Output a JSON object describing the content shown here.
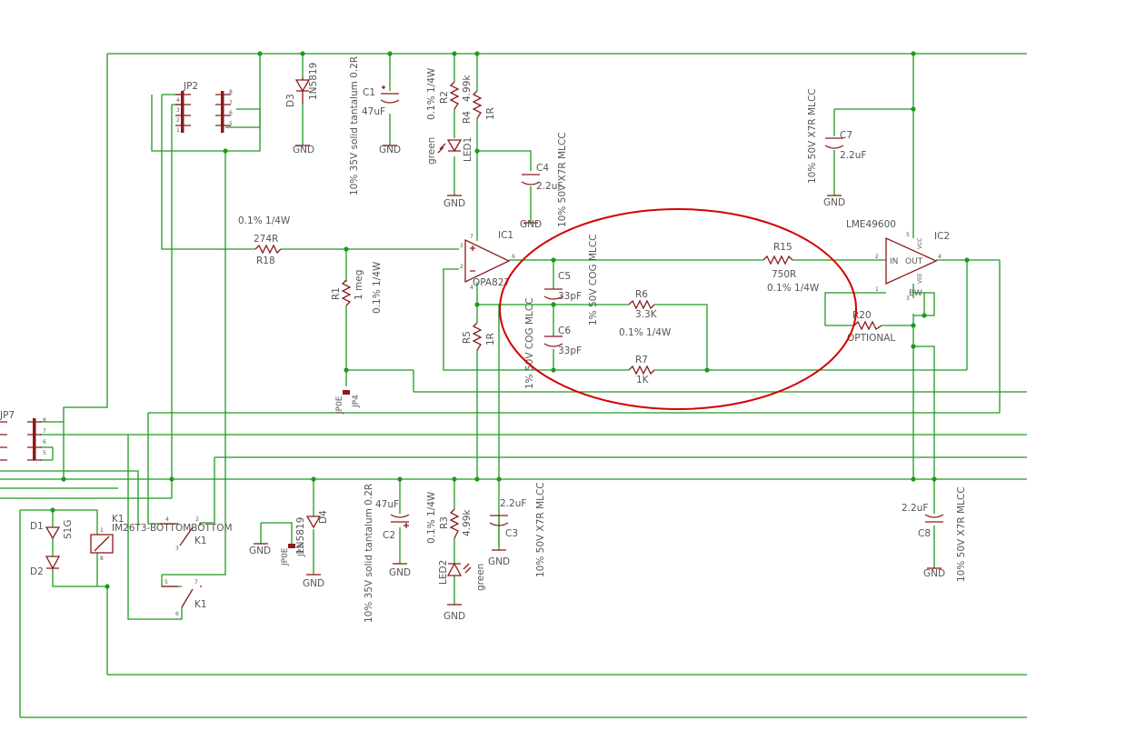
{
  "labels": {
    "jp2": "JP2",
    "jp7": "JP7",
    "jp4": "JP4",
    "jp3": "JP3",
    "jp0e_a": "JP0E",
    "jp0e_b": "JP0E",
    "pin8a": "8",
    "pin7a": "7",
    "pin6a": "6",
    "pin5a": "5",
    "pin4a": "4",
    "pin3a": "3",
    "pin2a": "2",
    "pin1a": "1",
    "pin8b": "8",
    "pin7b": "7",
    "pin6b": "6",
    "pin5b": "5",
    "d3": "D3",
    "d3_val": "1N5819",
    "c1": "C1",
    "c1_val": "47uF",
    "c1_spec": "10% 35V solid tantalum 0.2R",
    "r2": "R2",
    "r2_val": "4.99k",
    "r2_spec": "0.1% 1/4W",
    "r4": "R4",
    "r4_val": "1R",
    "led1": "LED1",
    "led1_color": "green",
    "c4": "C4",
    "c4_val": "2.2uF",
    "c4_spec": "10% 50V X7R MLCC",
    "c7": "C7",
    "c7_val": "2.2uF",
    "c7_spec": "10% 50V X7R MLCC",
    "r18": "R18",
    "r18_val": "274R",
    "r18_spec": "0.1% 1/4W",
    "r1": "R1",
    "r1_val": "1 meg",
    "r1_spec": "0.1% 1/4W",
    "ic1": "IC1",
    "ic1_part": "OPA827",
    "ic1_p3": "3",
    "ic1_p2": "2",
    "ic1_p7": "7",
    "ic1_p4": "4",
    "ic1_p6": "6",
    "c5": "C5",
    "c5_val": "33pF",
    "c5_spec": "1% 50V COG MLCC",
    "c6": "C6",
    "c6_val": "33pF",
    "c6_spec": "1% 50V COG MLCC",
    "r6": "R6",
    "r6_val": "3.3K",
    "r6_spec": "0.1% 1/4W",
    "r7": "R7",
    "r7_val": "1K",
    "r5": "R5",
    "r5_val": "1R",
    "r15": "R15",
    "r15_val": "750R",
    "r15_spec": "0.1% 1/4W",
    "ic2": "IC2",
    "ic2_part": "LME49600",
    "ic2_in": "IN",
    "ic2_out": "OUT",
    "ic2_bw": "BW",
    "ic2_vcc": "VCC",
    "ic2_vee": "VEE",
    "ic2_p2": "2",
    "ic2_p4": "4",
    "ic2_p1": "1",
    "ic2_p5": "5",
    "ic2_p3": "3",
    "r20": "R20",
    "r20_note": "OPTIONAL",
    "k1": "K1",
    "k1_part": "IM26T3-BOTTOMBOTTOM",
    "k1_b": "K1",
    "k1_c": "K1",
    "k_p4": "4",
    "k_p3": "3",
    "k_p2": "2",
    "k_p1": "1",
    "k_p8": "8",
    "k_p5": "5",
    "k_p7": "7",
    "k_p6": "6",
    "d1": "D1",
    "d2": "D2",
    "d1d2_val": "S1G",
    "d4": "D4",
    "d4_val": "1N5819",
    "c2": "C2",
    "c2_val": "47uF",
    "c2_spec": "10% 35V solid tantalum 0.2R",
    "r3": "R3",
    "r3_val": "4.99k",
    "r3_spec": "0.1% 1/4W",
    "led2": "LED2",
    "led2_color": "green",
    "c3": "C3",
    "c3_val": "2.2uF",
    "c3_spec": "10% 50V X7R MLCC",
    "c8": "C8",
    "c8_val": "2.2uF",
    "c8_spec": "10% 50V X7R MLCC",
    "gnd": "GND"
  },
  "colors": {
    "wire": "#1e9a1e",
    "part": "#8b1a1a",
    "text": "#555555",
    "highlight": "#d40000"
  }
}
